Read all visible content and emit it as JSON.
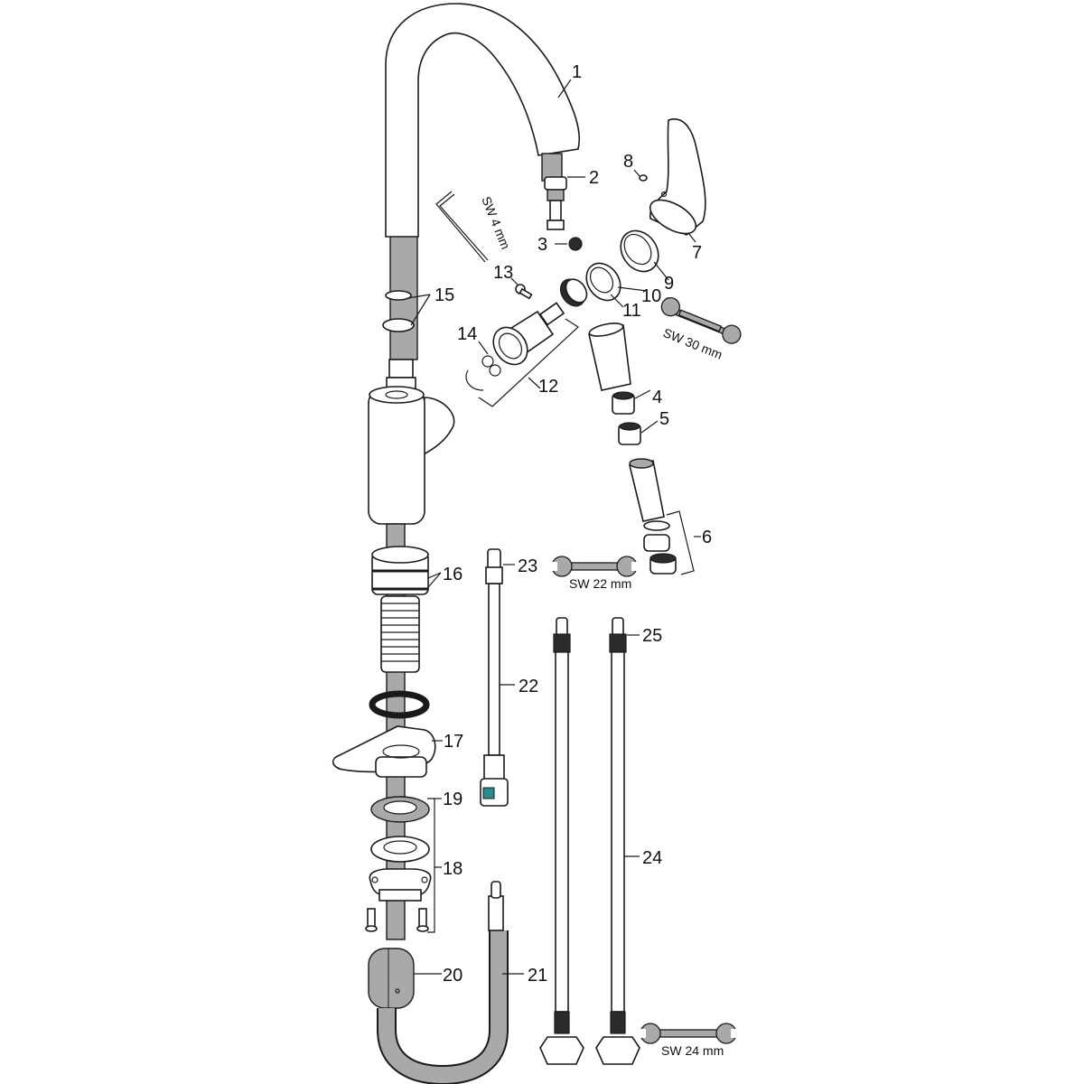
{
  "diagram": {
    "type": "exploded-parts-diagram",
    "subject": "Single-lever kitchen faucet with pull-out spout",
    "parts": [
      {
        "id": "1",
        "label": "1"
      },
      {
        "id": "2",
        "label": "2"
      },
      {
        "id": "3",
        "label": "3"
      },
      {
        "id": "4",
        "label": "4"
      },
      {
        "id": "5",
        "label": "5"
      },
      {
        "id": "6",
        "label": "6"
      },
      {
        "id": "7",
        "label": "7"
      },
      {
        "id": "8",
        "label": "8"
      },
      {
        "id": "9",
        "label": "9"
      },
      {
        "id": "10",
        "label": "10"
      },
      {
        "id": "11",
        "label": "11"
      },
      {
        "id": "12",
        "label": "12"
      },
      {
        "id": "13",
        "label": "13"
      },
      {
        "id": "14",
        "label": "14"
      },
      {
        "id": "15",
        "label": "15"
      },
      {
        "id": "16",
        "label": "16"
      },
      {
        "id": "17",
        "label": "17"
      },
      {
        "id": "18",
        "label": "18"
      },
      {
        "id": "19",
        "label": "19"
      },
      {
        "id": "20",
        "label": "20"
      },
      {
        "id": "21",
        "label": "21"
      },
      {
        "id": "22",
        "label": "22"
      },
      {
        "id": "23",
        "label": "23"
      },
      {
        "id": "24",
        "label": "24"
      },
      {
        "id": "25",
        "label": "25"
      }
    ],
    "tools": {
      "hex_key": "SW 4 mm",
      "wrench_30": "SW 30 mm",
      "wrench_22": "SW 22 mm",
      "wrench_24": "SW 24 mm"
    },
    "colors": {
      "line": "#1a1a1a",
      "hose_gray": "#a9a9a9",
      "connector_teal": "#2a8c8c",
      "background": "#ffffff"
    }
  }
}
